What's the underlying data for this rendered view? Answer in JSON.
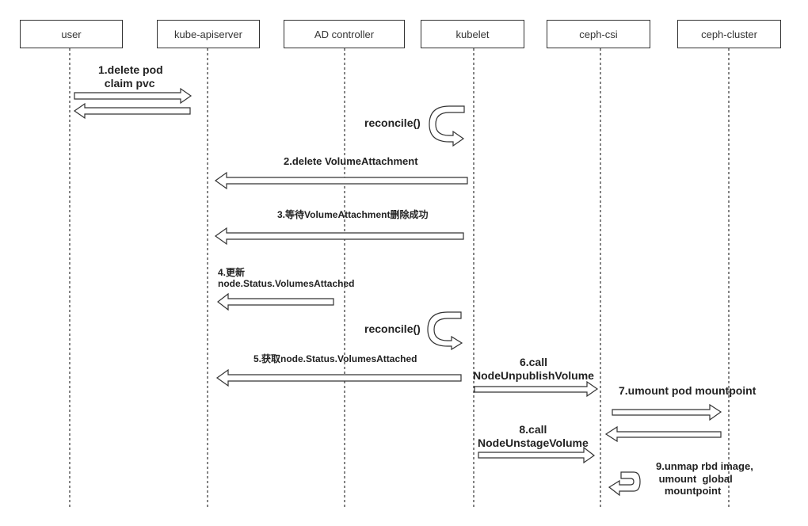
{
  "actors": {
    "user": "user",
    "apiserver": "kube-apiserver",
    "ad_controller": "AD controller",
    "kubelet": "kubelet",
    "ceph_csi": "ceph-csi",
    "ceph_cluster": "ceph-cluster"
  },
  "messages": {
    "m1": "1.delete pod\n  claim pvc",
    "reconcile1": "reconcile()",
    "m2": "2.delete VolumeAttachment",
    "m3": "3.等待VolumeAttachment删除成功",
    "m4": "4.更新\nnode.Status.VolumesAttached",
    "reconcile2": "reconcile()",
    "m5": "5.获取node.Status.VolumesAttached",
    "m6": "6.call\nNodeUnpublishVolume",
    "m7": "7.umount pod mountpoint",
    "m8": "8.call\nNodeUnstageVolume",
    "m9": "9.unmap rbd image,\n umount  global\n   mountpoint"
  }
}
